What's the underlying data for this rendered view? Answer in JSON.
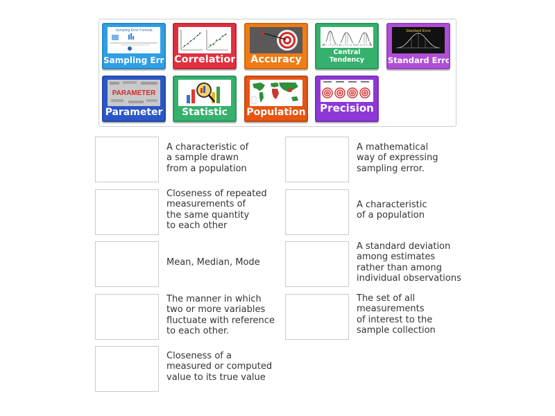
{
  "tiles": [
    {
      "label": "Sampling Error",
      "color": "#2f9fe6",
      "icon": "sampling-error-formula-image"
    },
    {
      "label": "Correlation",
      "color": "#e0303f",
      "icon": "scatter-plot-image"
    },
    {
      "label": "Accuracy",
      "color": "#f07c15",
      "icon": "dart-target-image"
    },
    {
      "label": "Measures of Central Tendency",
      "color": "#35b06d",
      "icon": "distribution-curves-image"
    },
    {
      "label": "Standard Error",
      "color": "#b04fd6",
      "icon": "standard-error-curve-image"
    },
    {
      "label": "Parameter",
      "color": "#2b56c7",
      "icon": "parameter-word-image"
    },
    {
      "label": "Statistic",
      "color": "#35b06d",
      "icon": "magnifier-chart-image"
    },
    {
      "label": "Population",
      "color": "#e65513",
      "icon": "world-map-image"
    },
    {
      "label": "Precision",
      "color": "#8e38d6",
      "icon": "four-targets-image"
    }
  ],
  "tile_images": {
    "sampling_error_title": "Sampling Error Formula",
    "standard_error_title": "Standard Error",
    "parameter_word": "PARAMETER"
  },
  "descriptions": [
    "A characteristic of\na sample drawn\nfrom a population",
    "A mathematical\nway of expressing\nsampling error.",
    "Closeness of repeated\nmeasurements of\nthe same quantity\nto each other",
    "A characteristic\nof a population",
    "Mean, Median, Mode",
    "A standard deviation\namong estimates\nrather than among\nindividual observations",
    "The manner in which\ntwo or more variables\nfluctuate with reference\nto each other.",
    "The set of all\nmeasurements\nof interest to the\nsample collection",
    "Closeness of a\nmeasured or computed\nvalue to its true value"
  ]
}
